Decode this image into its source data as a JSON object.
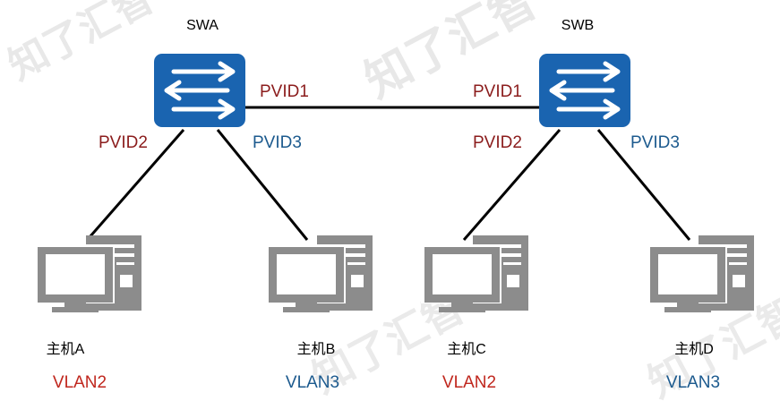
{
  "switches": {
    "swa": {
      "name": "SWA"
    },
    "swb": {
      "name": "SWB"
    }
  },
  "ports": {
    "swa_uplink": "PVID1",
    "swa_left": "PVID2",
    "swa_right": "PVID3",
    "swb_uplink": "PVID1",
    "swb_left": "PVID2",
    "swb_right": "PVID3"
  },
  "hosts": [
    {
      "name": "主机A",
      "vlan": "VLAN2"
    },
    {
      "name": "主机B",
      "vlan": "VLAN3"
    },
    {
      "name": "主机C",
      "vlan": "VLAN2"
    },
    {
      "name": "主机D",
      "vlan": "VLAN3"
    }
  ],
  "colors": {
    "switch_fill": "#1a64b0",
    "switch_arrow": "#ffffff",
    "line": "#000000",
    "vlan2": "#c0271e",
    "vlan3": "#1c5a8e",
    "pvid_red": "#8b1c1c",
    "pvid_blue": "#1c5a8e",
    "pc_gray": "#8c8c8c",
    "watermark": "#e3e3e3"
  },
  "watermark_text": "知了汇智"
}
